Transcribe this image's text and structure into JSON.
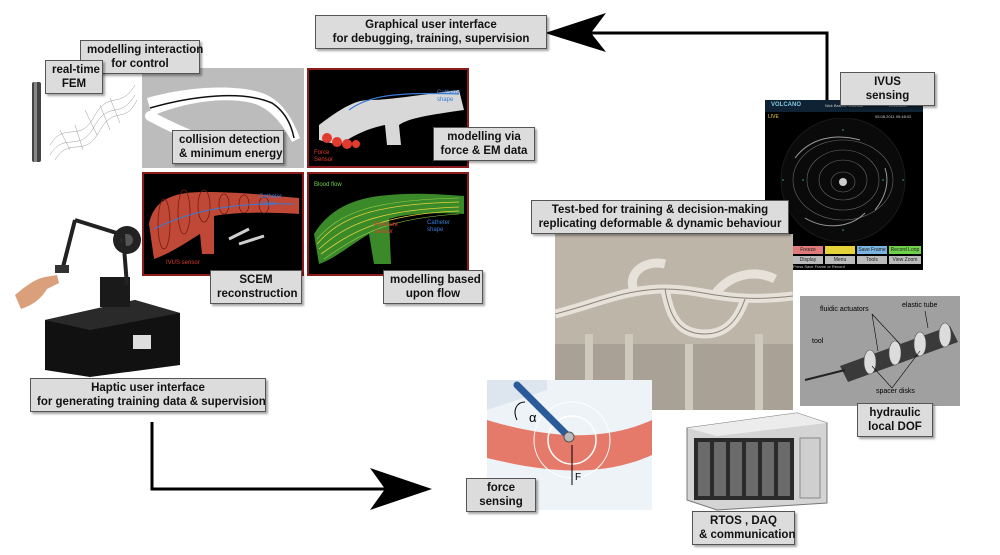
{
  "labels": {
    "gui": [
      "Graphical user interface",
      "for debugging, training, supervision"
    ],
    "modelling_interaction": [
      "modelling interaction",
      "for control"
    ],
    "realtime_fem": [
      "real-time",
      "FEM"
    ],
    "collision": [
      "collision detection",
      "& minimum energy"
    ],
    "force_em": [
      "modelling via",
      "force & EM data"
    ],
    "scem": [
      "SCEM",
      "reconstruction"
    ],
    "flow": [
      "modelling based",
      "upon flow"
    ],
    "ivus": [
      "IVUS",
      "sensing"
    ],
    "testbed": [
      "Test-bed for training & decision-making",
      "replicating deformable & dynamic behaviour"
    ],
    "haptic": [
      "Haptic user interface",
      "for generating training data & supervision"
    ],
    "force_sensing": [
      "force",
      "sensing"
    ],
    "hydraulic": [
      "hydraulic",
      "local DOF"
    ],
    "rtos": [
      "RTOS , DAQ",
      "& communication"
    ]
  },
  "panel_text": {
    "catheter_shape_1": [
      "Catheter",
      "shape"
    ],
    "force_sensor": [
      "Force",
      "Sensor"
    ],
    "catheter_shape_2": [
      "Catheter",
      "shape"
    ],
    "ivus_sensor": "IVUS sensor",
    "blood_flow": "Blood flow",
    "pressure_sensor": [
      "Pressure",
      "Sensor"
    ],
    "catheter_shape_3": [
      "Catheter",
      "shape"
    ],
    "alpha": "α",
    "force_symbol": "F",
    "fluidic_actuators": "fluidic actuators",
    "elastic_tube": "elastic tube",
    "tool": "tool",
    "spacer_disks": "spacer disks",
    "volcano": "VOLCANO",
    "live": "LIVE",
    "ivus_date": "20110808",
    "ivus_patient": "Nick Barrett, Vascular",
    "ivus_time": "05.08.2011 09:48:02",
    "ivus_btn_row1": [
      "Freeze",
      "",
      "Save Frame",
      "Record Loop"
    ],
    "ivus_btn_row2": [
      "Display",
      "Menu",
      "Tools",
      "View Zoom"
    ],
    "ivus_footer": "Press Save Frame or Record"
  },
  "colors": {
    "label_bg": "#dcdcdc",
    "arrow": "#000000",
    "panel_border": "#8b1c1c",
    "red_vessel": "#e05540",
    "ivus_bg": "#000000"
  }
}
